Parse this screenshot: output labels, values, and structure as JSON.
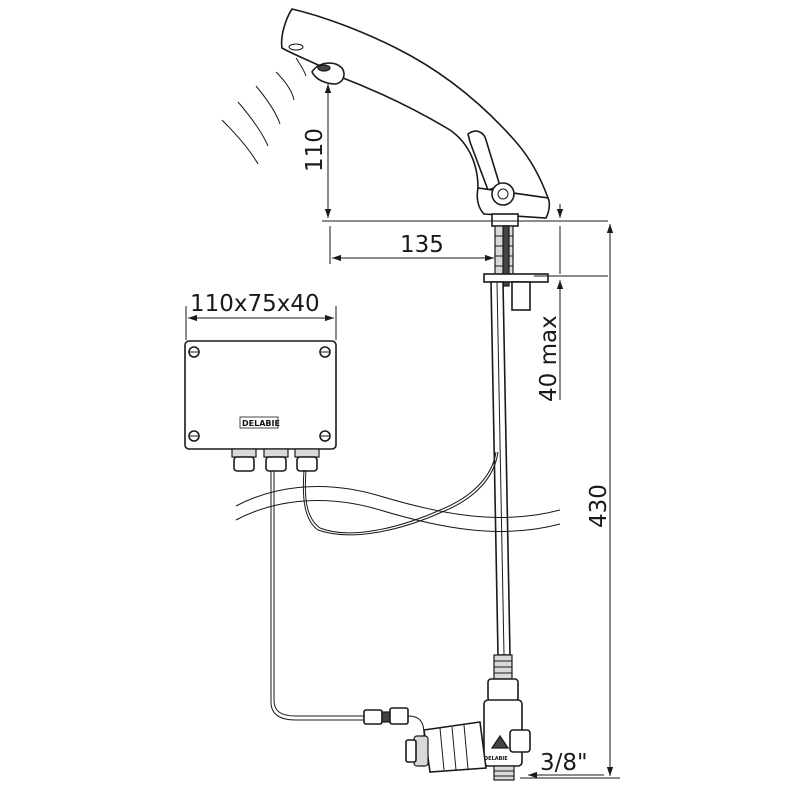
{
  "dimensions": {
    "spout_height": "110",
    "spout_reach": "135",
    "box_size": "110x75x40",
    "deck_thickness": "40 max",
    "overall_height": "430",
    "connection": "3/8\""
  },
  "brand": {
    "box_logo": "DELABIE",
    "valve_logo": "DELABIE"
  },
  "colors": {
    "line": "#1a1a1a",
    "shade": "#d9d9d9",
    "background": "#ffffff"
  }
}
